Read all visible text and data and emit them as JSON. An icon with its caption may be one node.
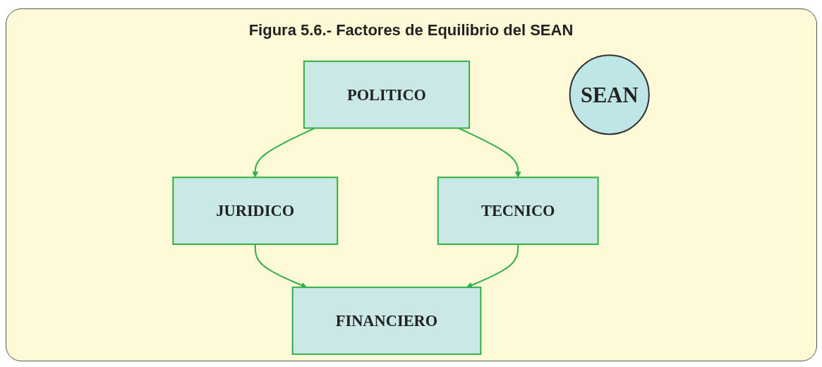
{
  "diagram": {
    "title": "Figura 5.6.- Factores de Equilibrio del SEAN",
    "nodes": [
      {
        "text": [
          "POLITICO"
        ]
      },
      {
        "text": [
          "JURIDICO"
        ]
      },
      {
        "text": [
          "SEAN"
        ]
      },
      {
        "text": [
          "TECNICO"
        ]
      },
      {
        "text": [
          "FINANCIERO"
        ]
      }
    ],
    "edges": [
      {
        "from": 0,
        "to": 1,
        "arrow": "to"
      },
      {
        "from": 0,
        "to": 3,
        "arrow": "to"
      },
      {
        "from": 1,
        "to": 4,
        "arrow": "to"
      },
      {
        "from": 3,
        "to": 4,
        "arrow": "to"
      }
    ]
  }
}
